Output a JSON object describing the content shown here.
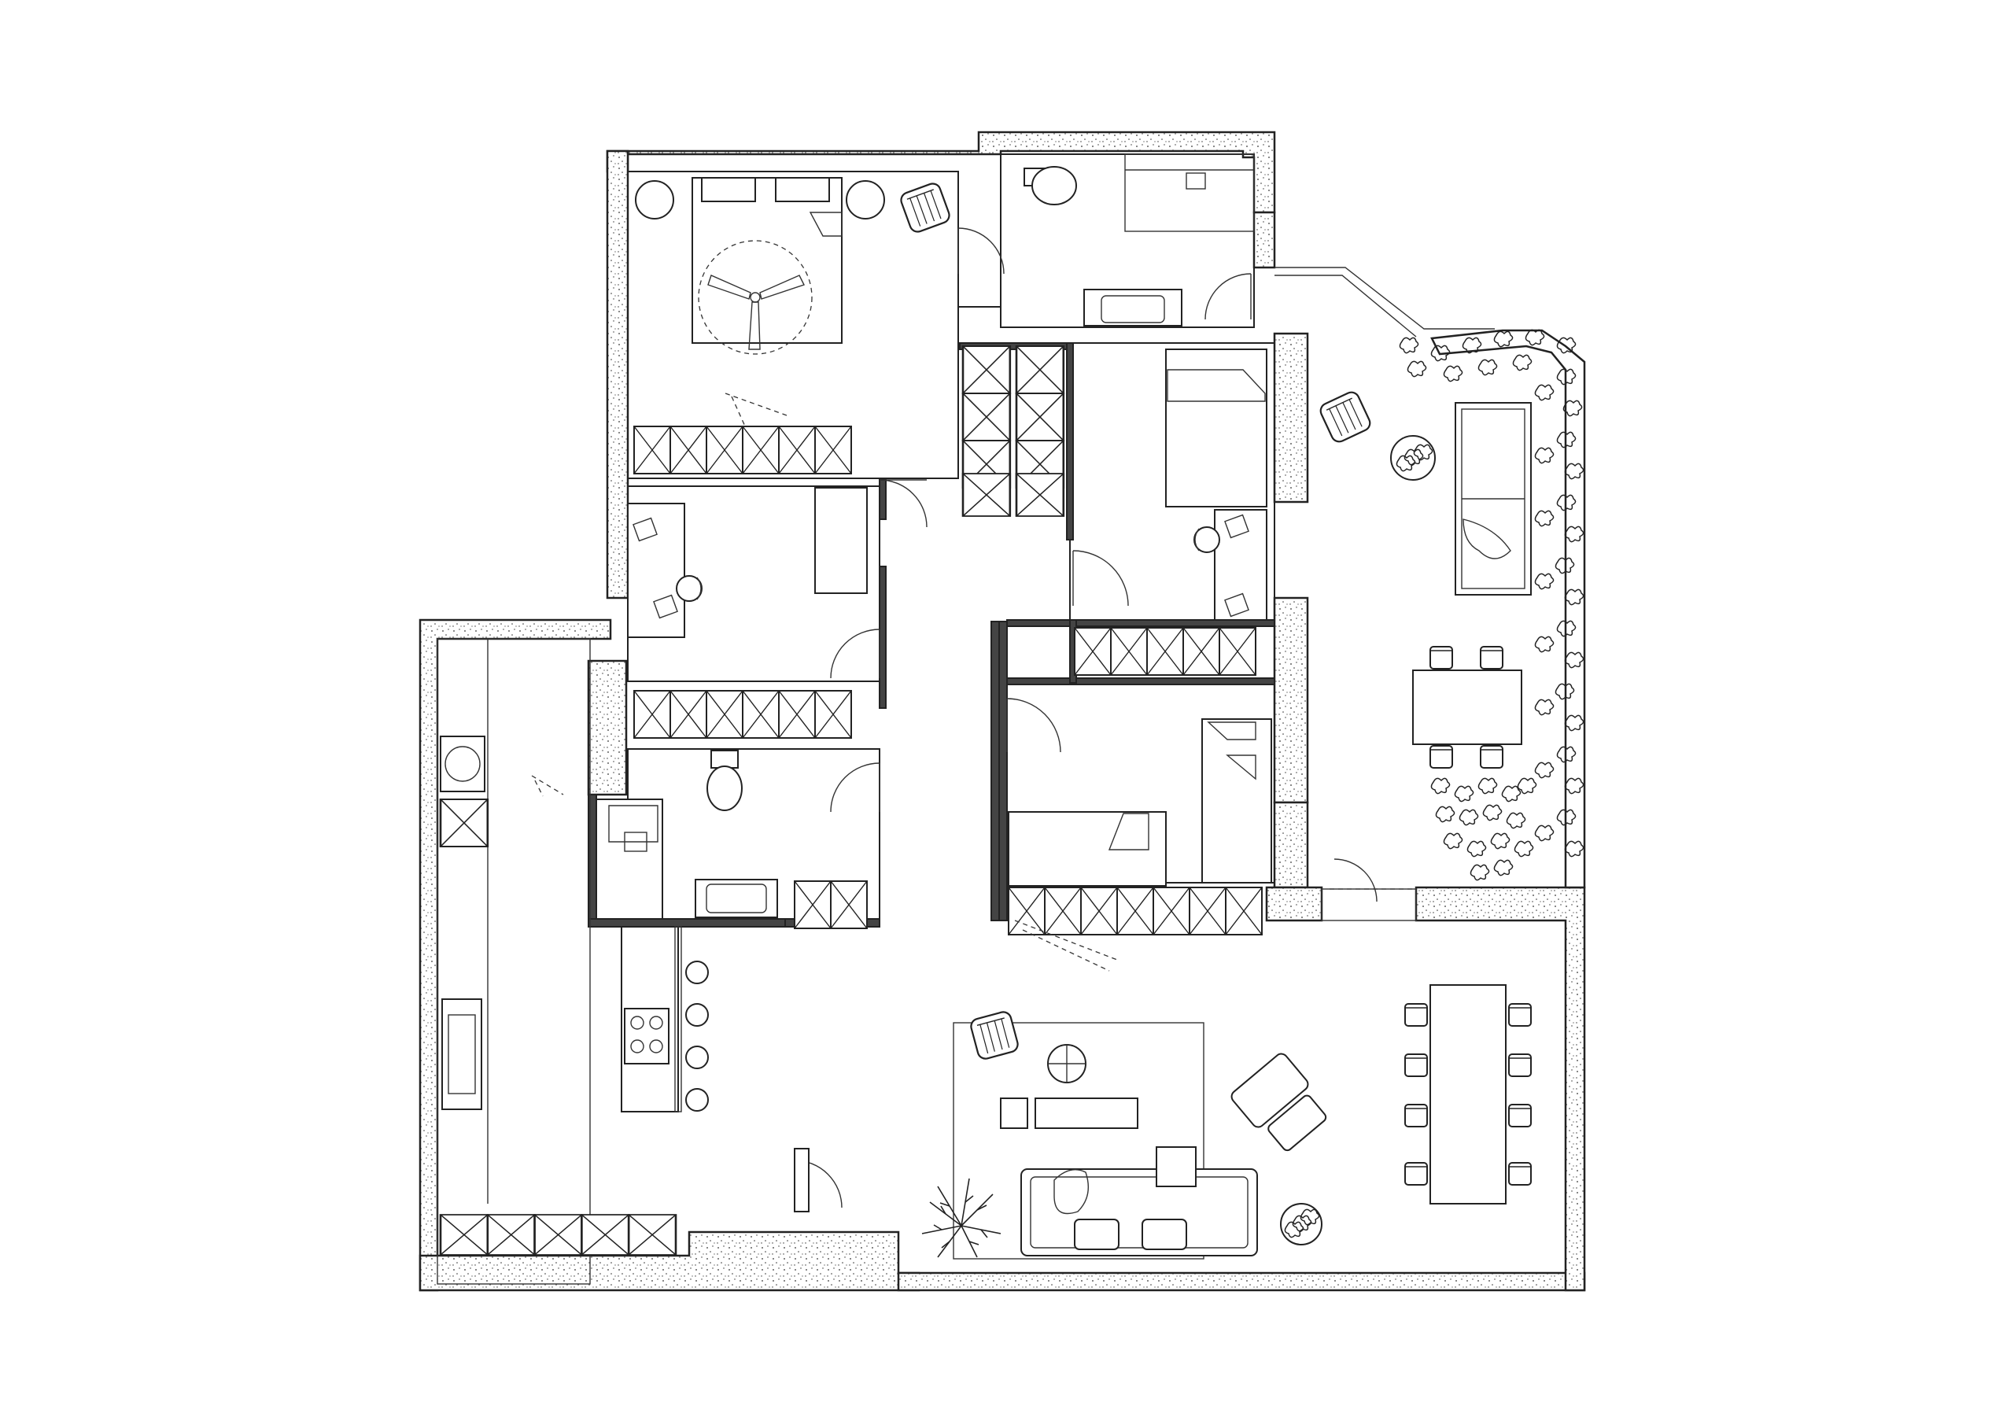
{
  "drawing": {
    "type": "floor-plan",
    "line_color": "#222222",
    "background": "#ffffff",
    "rooms": [
      {
        "id": "master-bedroom"
      },
      {
        "id": "master-bathroom"
      },
      {
        "id": "study"
      },
      {
        "id": "bathroom"
      },
      {
        "id": "bedroom-2"
      },
      {
        "id": "bedroom-3"
      },
      {
        "id": "kitchen"
      },
      {
        "id": "living-room"
      },
      {
        "id": "dining-area"
      },
      {
        "id": "terrace"
      }
    ],
    "icons": [
      "bed-icon",
      "toilet-icon",
      "sink-icon",
      "shower-icon",
      "wardrobe-icon",
      "chair-icon",
      "sofa-icon",
      "table-icon",
      "stove-icon",
      "plant-icon",
      "ceiling-fan-icon",
      "door-icon"
    ]
  }
}
